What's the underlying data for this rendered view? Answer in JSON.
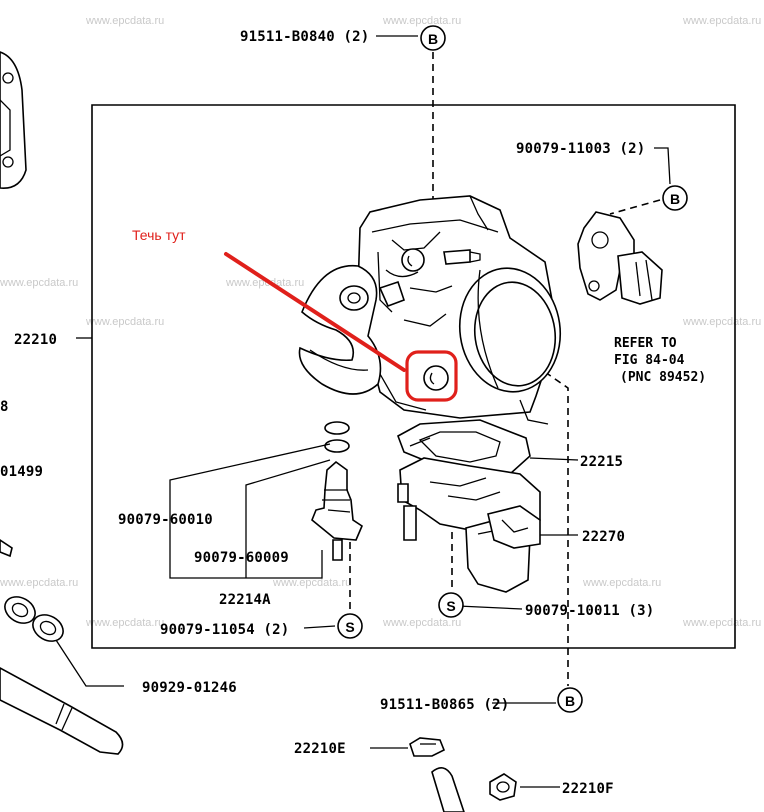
{
  "watermark": "www.epcdata.ru",
  "annotation": {
    "text": "Течь тут",
    "color": "#e0201b"
  },
  "labels": {
    "bolt_top": "91511-B0840 (2)",
    "screw_b_right": "90079-11003 (2)",
    "throttle_body": "22210",
    "refer_line1": "REFER TO",
    "refer_line2": "FIG 84-04",
    "refer_line3": "(PNC 89452)",
    "gasket": "22215",
    "iac_valve": "22270",
    "oring_1": "90079-60010",
    "oring_2": "90079-60009",
    "sensor": "22214A",
    "screw_s_left": "90079-11054 (2)",
    "screw_s_right": "90079-10011 (3)",
    "bolt_bottom": "91511-B0865 (2)",
    "hose": "90929-01246",
    "clamp_e": "22210E",
    "clamp_f": "22210F",
    "edge_8": "8",
    "edge_01499": "01499"
  },
  "callouts": {
    "b": "B",
    "s": "S"
  }
}
